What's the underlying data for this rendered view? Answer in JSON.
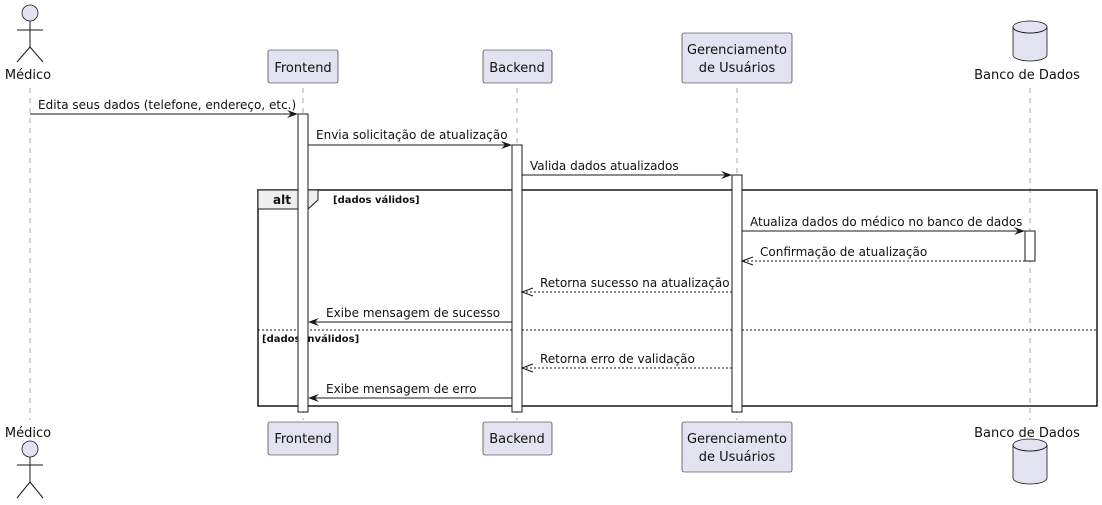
{
  "participants": {
    "medico": "Médico",
    "frontend": "Frontend",
    "backend": "Backend",
    "gerenciamento_line1": "Gerenciamento",
    "gerenciamento_line2": "de Usuários",
    "banco": "Banco de Dados"
  },
  "messages": {
    "m1": "Edita seus dados (telefone, endereço, etc.)",
    "m2": "Envia solicitação de atualização",
    "m3": "Valida dados atualizados",
    "m4": "Atualiza dados do médico no banco de dados",
    "m5": "Confirmação de atualização",
    "m6": "Retorna sucesso na atualização",
    "m7": "Exibe mensagem de sucesso",
    "m8": "Retorna erro de validação",
    "m9": "Exibe mensagem de erro"
  },
  "fragment": {
    "type": "alt",
    "guard1": "[dados válidos]",
    "guard2": "[dados inválidos]"
  }
}
